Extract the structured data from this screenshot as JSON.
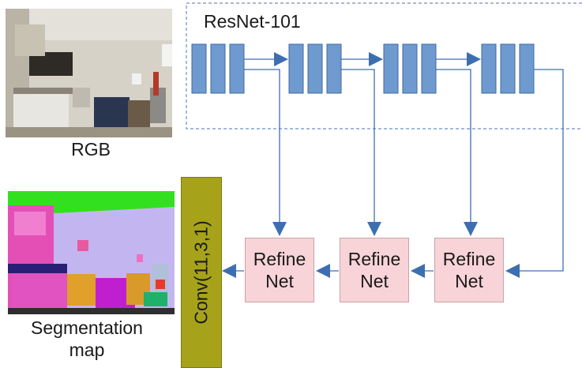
{
  "colors": {
    "block_fill": "#6f9ad0",
    "block_stroke": "#3f6aa0",
    "arrow": "#3d6fb0",
    "refine_fill": "#f8d3d8",
    "conv_fill": "#a6a31a",
    "dashed_border": "#6b8fc7"
  },
  "labels": {
    "backbone": "ResNet-101",
    "input": "RGB",
    "output_line1": "Segmentation",
    "output_line2": "map",
    "conv": "Conv(11,3,1)"
  },
  "refine_blocks": [
    {
      "line1": "Refine",
      "line2": "Net"
    },
    {
      "line1": "Refine",
      "line2": "Net"
    },
    {
      "line1": "Refine",
      "line2": "Net"
    }
  ],
  "images": {
    "rgb": "kitchen-photo",
    "segmentation": "segmentation-map-image"
  }
}
